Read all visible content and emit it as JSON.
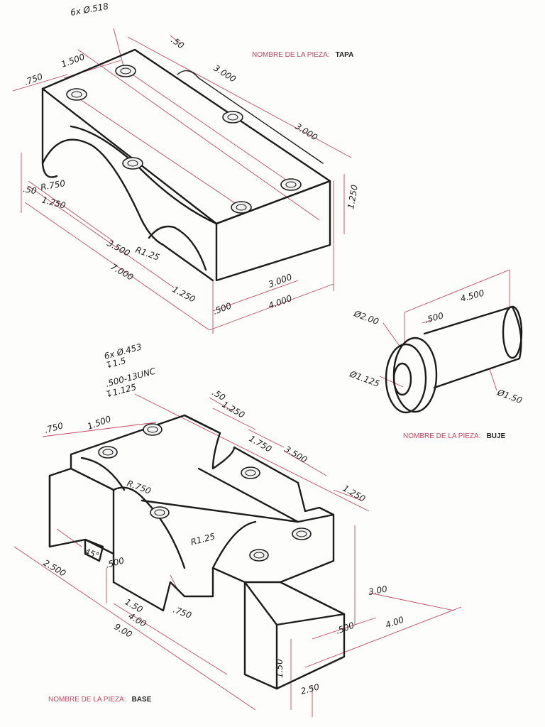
{
  "parts": {
    "tapa": {
      "label_prefix": "NOMBRE DE LA PIEZA:",
      "name": "TAPA",
      "dims": {
        "holes": "6x Ø.518",
        "d_50_top": ".50",
        "d_1500": "1.500",
        "d_750": ".750",
        "d_3000_a": "3.000",
        "d_3000_b": "3.000",
        "d_1250_h": "1.250",
        "d_50_side": ".50",
        "r_750": "R.750",
        "d_1250_side": "1.250",
        "d_3500": "3.500",
        "r_125": "R1.25",
        "d_7000": "7.000",
        "d_1250_bottom": "1.250",
        "d_3000_c": "3.000",
        "d_500": ".500",
        "d_4000": "4.000"
      }
    },
    "buje": {
      "label_prefix": "NOMBRE DE LA PIEZA:",
      "name": "BUJE",
      "dims": {
        "d_4500": "4.500",
        "d_500": ".500",
        "dia_200": "Ø2.00",
        "dia_1125": "Ø1.125",
        "dia_150": "Ø1.50"
      }
    },
    "base": {
      "label_prefix": "NOMBRE DE LA PIEZA:",
      "name": "BASE",
      "dims": {
        "holes_1": "6x Ø.453",
        "holes_2": "↧1.5",
        "holes_3": ".500-13UNC",
        "holes_4": "↧1.125",
        "d_50_top": ".50",
        "d_1250_top": "1.250",
        "d_750": ".750",
        "d_1500": "1.500",
        "d_1750": "1.750",
        "d_3500": "3.500",
        "d_1250_right": "1.250",
        "r_750": "R.750",
        "r_125": "R1.25",
        "d_2500": "2.500",
        "angle_45": "45°",
        "d_500_left": ".500",
        "d_150": "1.50",
        "d_400": "4.00",
        "d_750_bottom": ".750",
        "d_900": "9.00",
        "d_300": "3.00",
        "d_500_right": ".500",
        "d_400_right": "4.00",
        "d_150_height": "1.50",
        "d_250": "2.50"
      }
    }
  }
}
